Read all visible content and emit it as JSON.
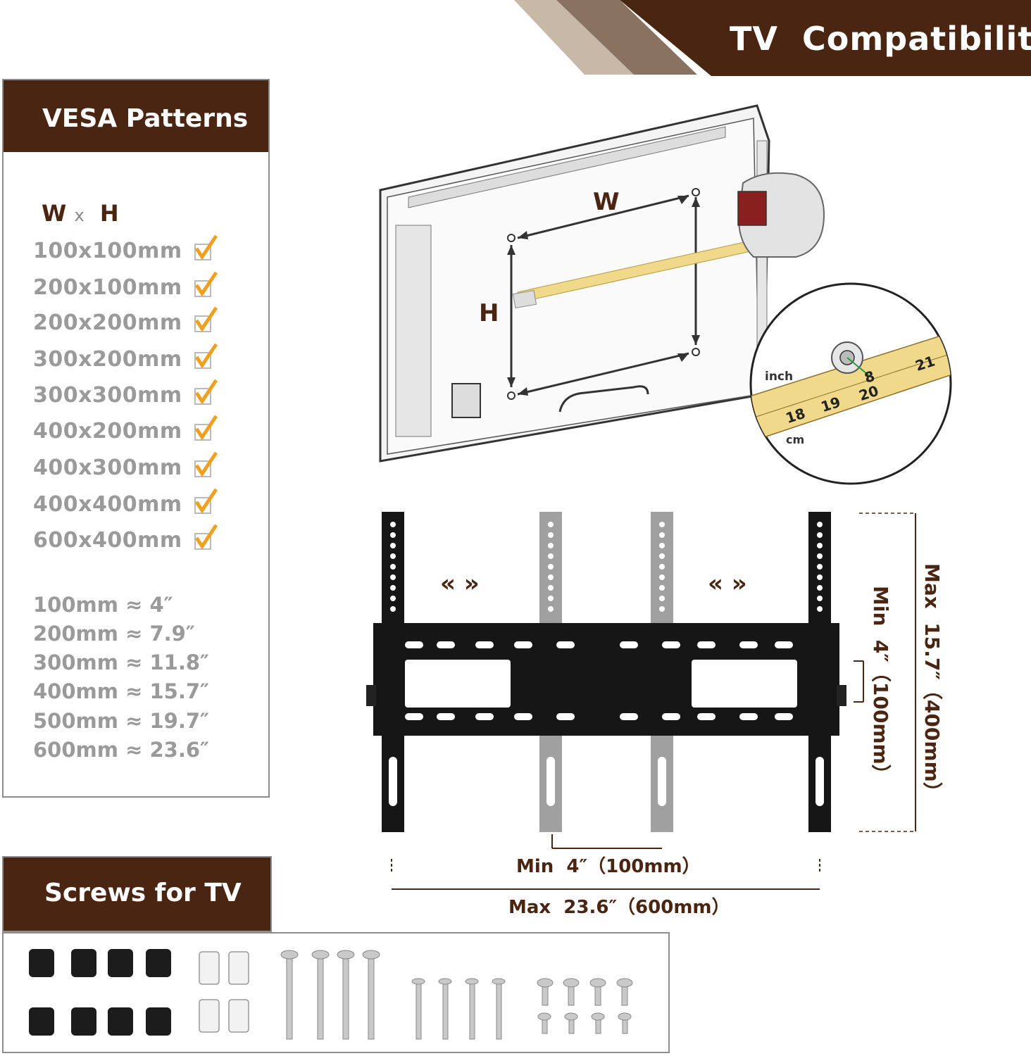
{
  "header": {
    "title": "TV  Compatibility"
  },
  "vesa": {
    "title": "VESA Patterns",
    "wh": {
      "w": "W",
      "x": "x",
      "h": "H"
    },
    "patterns": [
      "100x100mm",
      "200x100mm",
      "200x200mm",
      "300x200mm",
      "300x300mm",
      "400x200mm",
      "400x300mm",
      "400x400mm",
      "600x400mm"
    ],
    "conversions": [
      "100mm ≈ 4″",
      "200mm ≈ 7.9″",
      "300mm ≈ 11.8″",
      "400mm ≈ 15.7″",
      "500mm ≈ 19.7″",
      "600mm ≈ 23.6″"
    ]
  },
  "tv_diagram": {
    "w_label": "W",
    "h_label": "H"
  },
  "tape": {
    "inch_label": "inch",
    "cm_label": "cm",
    "inch_ticks": [
      "8",
      "21"
    ],
    "cm_ticks": [
      "18",
      "19",
      "20"
    ]
  },
  "bracket": {
    "arrows": "«  »",
    "min_width": "Min  4″（100mm）",
    "max_width": "Max  23.6″（600mm）",
    "min_height": "Min  4″（100mm）",
    "max_height": "Max  15.7″（400mm）"
  },
  "screws": {
    "title": "Screws for TV"
  },
  "colors": {
    "brand_brown": "#4a2512",
    "check_orange": "#f0a020",
    "text_gray": "#9a9a9a"
  }
}
